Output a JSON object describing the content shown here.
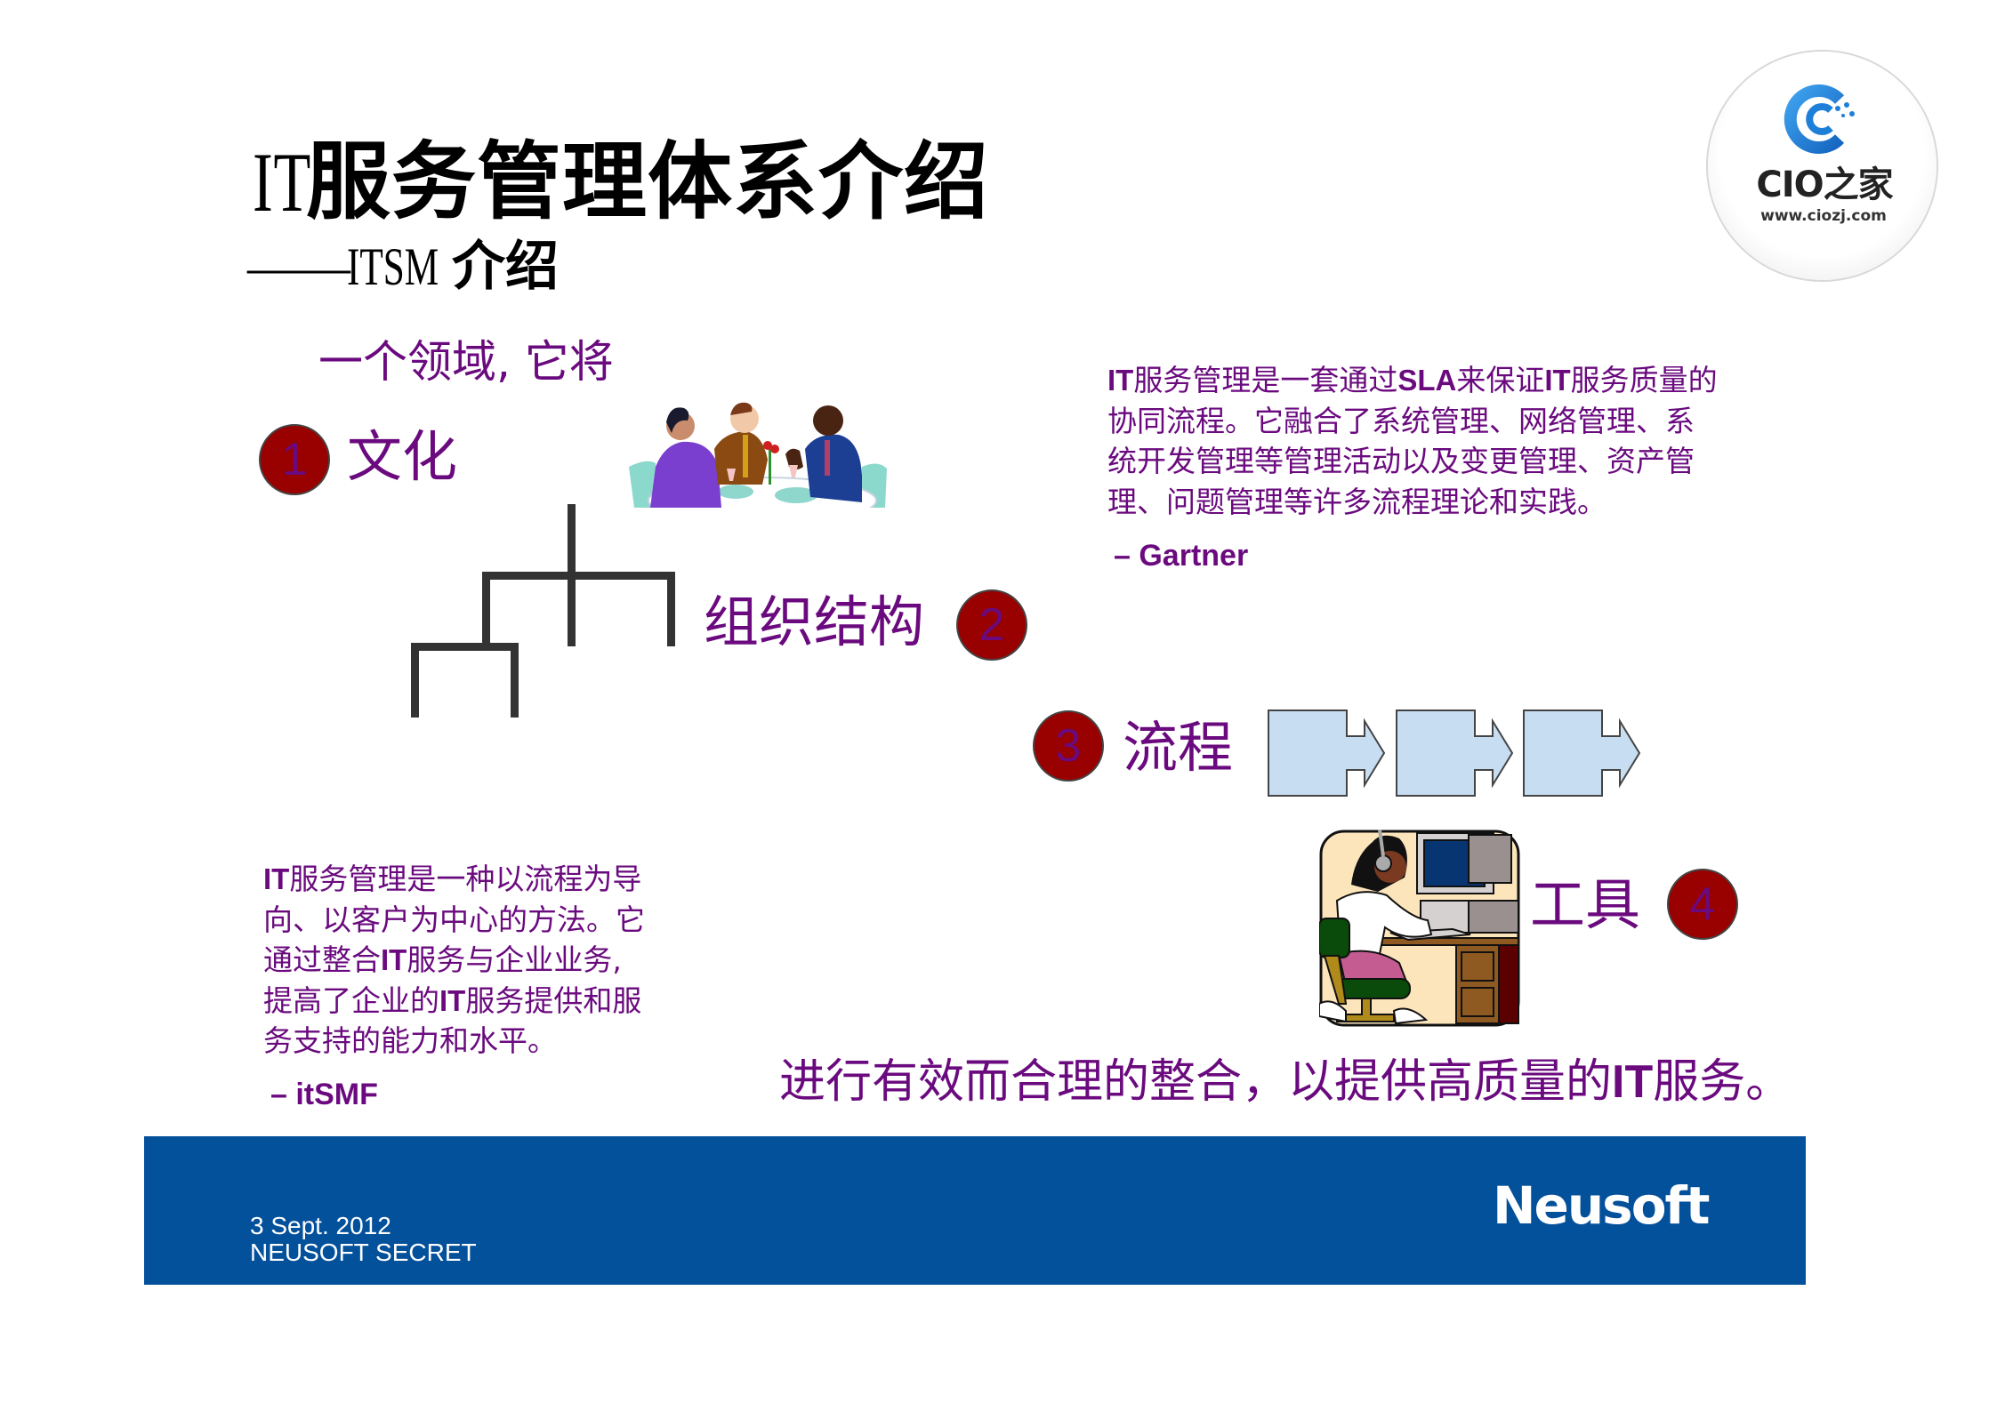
{
  "slide": {
    "title": {
      "latin": "IT",
      "cjk": "服务管理体系介绍"
    },
    "subtitle": {
      "dash": "——",
      "latin": "ITSM",
      "cjk": "介绍"
    },
    "intro": "一个领域, 它将",
    "aspects": [
      {
        "number": "1",
        "label": "文化"
      },
      {
        "number": "2",
        "label": "组织结构"
      },
      {
        "number": "3",
        "label": "流程"
      },
      {
        "number": "4",
        "label": "工具"
      }
    ],
    "gartner_quote": {
      "lines": [
        [
          "IT",
          "服务管理是一套通过",
          "SLA",
          "来保证",
          "IT",
          "服务质量的"
        ],
        [
          "协同流程。它融合了系统管理、网络管理、系"
        ],
        [
          "统开发管理等管理活动以及变更管理、资产管"
        ],
        [
          "理、问题管理等许多流程理论和实践。"
        ]
      ],
      "attribution": "– Gartner"
    },
    "itsmf_quote": {
      "lines": [
        [
          "IT",
          "服务管理是一种以流程为导"
        ],
        [
          "向、以客户为中心的方法。它"
        ],
        [
          "通过整合",
          "IT",
          "服务与企业业务,"
        ],
        [
          "提高了企业的",
          "IT",
          "服务提供和服"
        ],
        [
          "务支持的能力和水平。"
        ]
      ],
      "attribution": "– itSMF"
    },
    "closing": {
      "before": "进行有效而合理的整合，以提供高质量的",
      "bold": "IT",
      "after": "服务。"
    },
    "illustrations": {
      "meeting": "business-meeting-clipart",
      "org_chart": "org-chart-diagram",
      "process": "process-arrows-diagram",
      "tool": "computer-operator-clipart"
    }
  },
  "logo": {
    "brand": "CIO之家",
    "url": "www.ciozj.com"
  },
  "footer": {
    "date": "3 Sept. 2012",
    "classification": "NEUSOFT SECRET",
    "company": "Neusoft"
  },
  "colors": {
    "text_purple": "#6a0a7e",
    "badge_red": "#990000",
    "footer_blue": "#03509b",
    "process_fill": "#c6ddf2",
    "org_line": "#333333",
    "logo_blue": "#1e7fd8"
  }
}
